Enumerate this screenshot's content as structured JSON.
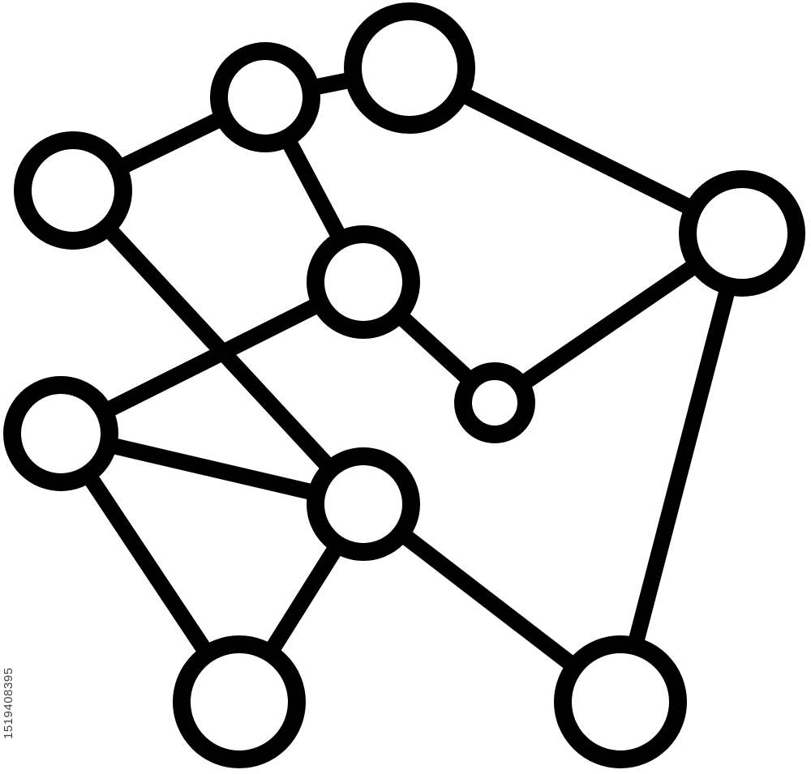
{
  "diagram": {
    "type": "network-graph-icon",
    "colors": {
      "stroke": "#000000",
      "fill": "#ffffff",
      "background": "#ffffff"
    },
    "nodes": [
      {
        "id": "n1"
      },
      {
        "id": "n2"
      },
      {
        "id": "n3"
      },
      {
        "id": "n4"
      },
      {
        "id": "n5"
      },
      {
        "id": "n6"
      },
      {
        "id": "n7"
      },
      {
        "id": "n8"
      },
      {
        "id": "n9"
      },
      {
        "id": "n10"
      },
      {
        "id": "n11"
      }
    ],
    "edges": [
      [
        "n1",
        "n2"
      ],
      [
        "n2",
        "n3"
      ],
      [
        "n3",
        "n4"
      ],
      [
        "n2",
        "n5"
      ],
      [
        "n5",
        "n6"
      ],
      [
        "n6",
        "n4"
      ],
      [
        "n1",
        "n8"
      ],
      [
        "n5",
        "n7"
      ],
      [
        "n7",
        "n8"
      ],
      [
        "n7",
        "n9"
      ],
      [
        "n8",
        "n9"
      ],
      [
        "n8",
        "n10"
      ],
      [
        "n9",
        "n11"
      ],
      [
        "n10",
        "n11"
      ],
      [
        "n4",
        "n10"
      ]
    ]
  },
  "watermark": {
    "stock_id": "1519408395"
  }
}
